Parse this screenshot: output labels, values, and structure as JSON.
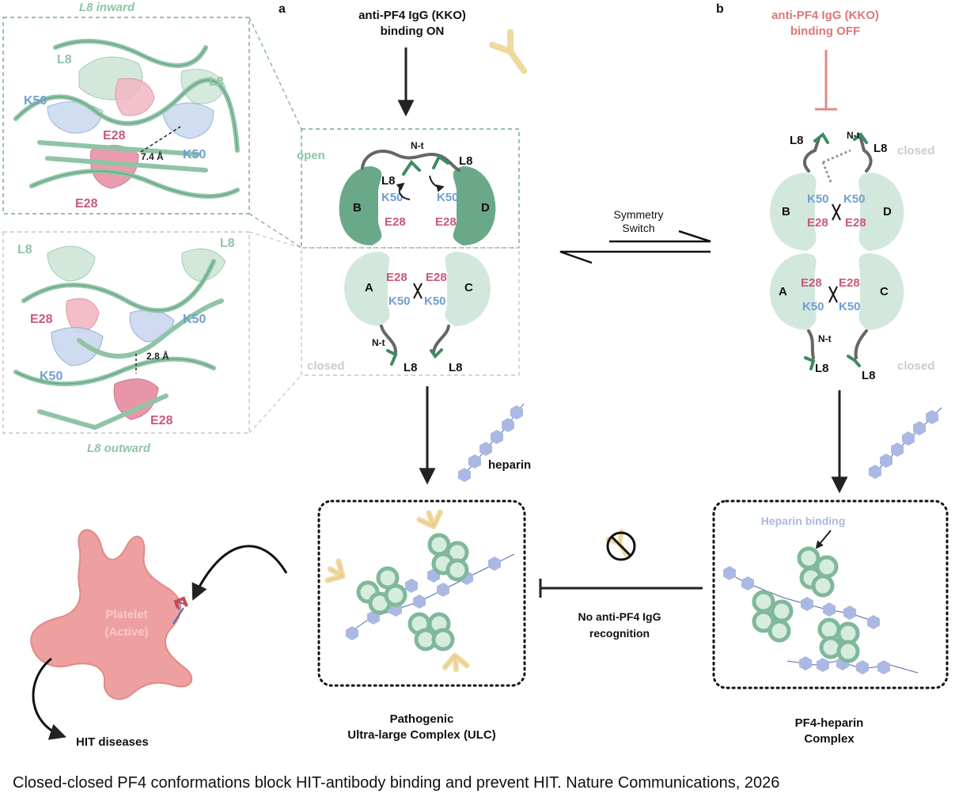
{
  "panel_labels": {
    "a": "a",
    "b": "b"
  },
  "inset_top": {
    "title": "L8 inward",
    "labels": {
      "l8_left": "L8",
      "l8_right": "L8",
      "k50_left": "K50",
      "k50_right": "K50",
      "e28_upper": "E28",
      "e28_lower": "E28",
      "distance": "7.4 Å"
    }
  },
  "inset_bottom": {
    "title": "L8 outward",
    "labels": {
      "l8_left": "L8",
      "l8_right": "L8",
      "e28_upper": "E28",
      "k50_right": "K50",
      "k50_left": "K50",
      "e28_lower": "E28",
      "distance": "2.8 Å"
    }
  },
  "panel_a": {
    "igg_line1": "anti-PF4 IgG  (KKO)",
    "igg_line2": "binding ON",
    "open_label": "open",
    "closed_label": "closed",
    "nt_top": "N-t",
    "nt_bottom": "N-t",
    "l8_top_right": "L8",
    "l8_top_left": "L8",
    "l8_bottom_left": "L8",
    "l8_bottom_right": "L8",
    "sub_B": "B",
    "sub_D": "D",
    "sub_A": "A",
    "sub_C": "C",
    "k50_tl": "K50",
    "k50_tr": "K50",
    "e28_tl": "E28",
    "e28_tr": "E28",
    "e28_bl": "E28",
    "e28_br": "E28",
    "k50_bl": "K50",
    "k50_br": "K50",
    "heparin": "heparin",
    "complex_line1": "Pathogenic",
    "complex_line2": "Ultra-large Complex (ULC)"
  },
  "panel_b": {
    "igg_line1": "anti-PF4 IgG (KKO)",
    "igg_line2": "binding  OFF",
    "closed_top": "closed",
    "closed_bottom": "closed",
    "nt_top": "N-t",
    "nt_bottom": "N-t",
    "l8_top_left": "L8",
    "l8_top_right": "L8",
    "l8_bottom_left": "L8",
    "l8_bottom_right": "L8",
    "sub_B": "B",
    "sub_D": "D",
    "sub_A": "A",
    "sub_C": "C",
    "k50_tl": "K50",
    "k50_tr": "K50",
    "e28_tl": "E28",
    "e28_tr": "E28",
    "e28_bl": "E28",
    "e28_br": "E28",
    "k50_bl": "K50",
    "k50_br": "K50",
    "heparin_binding": "Heparin binding",
    "complex_line1": "PF4-heparin",
    "complex_line2": "Complex"
  },
  "symmetry": {
    "line1": "Symmetry",
    "line2": "Switch"
  },
  "no_recognition": {
    "line1": "No anti-PF4 IgG",
    "line2": "recognition"
  },
  "platelet": {
    "line1": "Platelet",
    "line2": "(Active)"
  },
  "hit": "HIT diseases",
  "caption": "Closed-closed PF4 conformations block HIT-antibody binding and prevent HIT. Nature Communications, 2026",
  "colors": {
    "green_dark": "#6aa88a",
    "green_light": "#d3e8dc",
    "green_text": "#8fc4a6",
    "blue": "#6f9fd4",
    "pink": "#c9587a",
    "red_text": "#dd7777",
    "antibody": "#f0d9a0",
    "heparin": "#aab8e3",
    "platelet": "#eea0a0",
    "arrow": "#222222",
    "grey": "#bbbbbb"
  }
}
